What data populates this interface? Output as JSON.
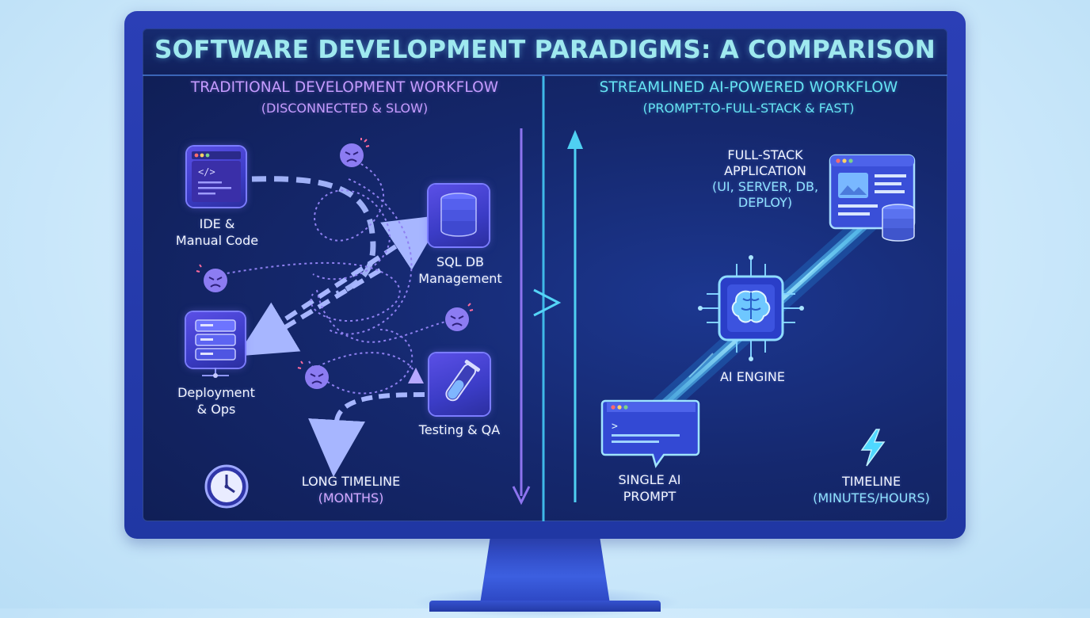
{
  "title": "SOFTWARE DEVELOPMENT PARADIGMS: A COMPARISON",
  "left": {
    "heading": "TRADITIONAL DEVELOPMENT WORKFLOW",
    "subheading": "(DISCONNECTED & SLOW)",
    "nodes": {
      "ide": [
        "IDE &",
        "Manual Code"
      ],
      "db": [
        "SQL DB",
        "Management"
      ],
      "deploy": [
        "Deployment",
        "& Ops"
      ],
      "testing": "Testing & QA"
    },
    "timeline": {
      "line1": "LONG TIMELINE",
      "line2": "(MONTHS)"
    }
  },
  "right": {
    "heading": "STREAMLINED AI-POWERED WORKFLOW",
    "subheading": "(PROMPT-TO-FULL-STACK & FAST)",
    "nodes": {
      "fullstack": [
        "FULL-STACK",
        "APPLICATION",
        "(UI, SERVER, DB,",
        "DEPLOY)"
      ],
      "engine": "AI ENGINE",
      "prompt": [
        "SINGLE AI",
        "PROMPT"
      ]
    },
    "timeline": {
      "line1": "TIMELINE",
      "line2": "(MINUTES/HOURS)"
    }
  },
  "colors": {
    "title": "#9fe9ef",
    "left_accent": "#c59cff",
    "right_accent": "#66e4f3",
    "screen_bg": "#15286e",
    "frame": "#2b3fb6"
  },
  "icons": {
    "ide": "code-window-icon",
    "db": "database-icon",
    "deploy": "server-rack-icon",
    "testing": "test-tube-icon",
    "clock": "clock-icon",
    "frustrated": "frustrated-face-icon",
    "fullstack": "app-window-database-icon",
    "engine": "brain-chip-icon",
    "prompt": "chat-prompt-icon",
    "speed": "lightning-bolt-icon"
  }
}
